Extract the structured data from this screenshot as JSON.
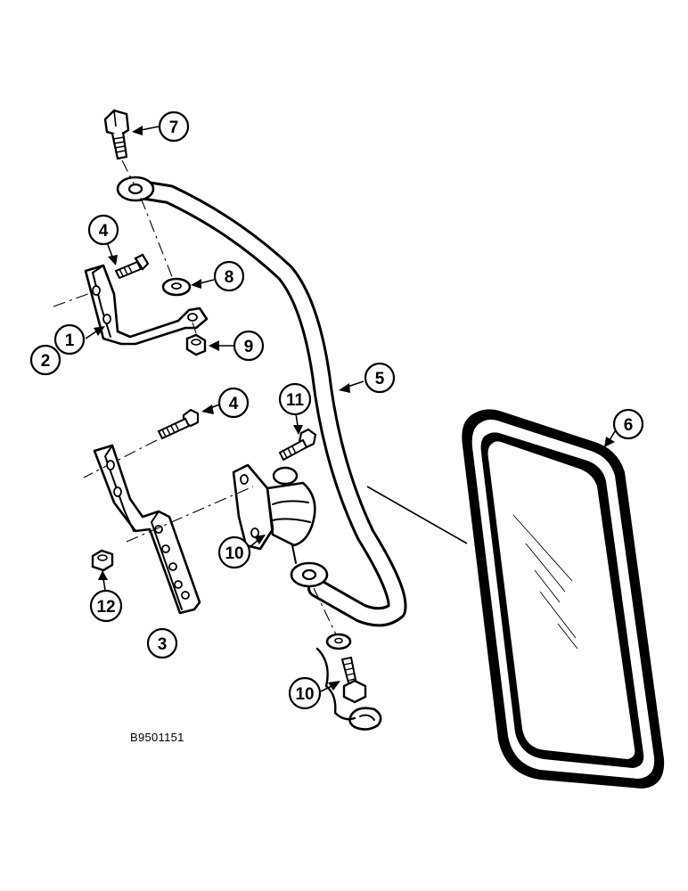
{
  "callouts": [
    {
      "id": "c7a",
      "label": "7"
    },
    {
      "id": "c4a",
      "label": "4"
    },
    {
      "id": "c8",
      "label": "8"
    },
    {
      "id": "c2",
      "label": "2"
    },
    {
      "id": "c1",
      "label": "1"
    },
    {
      "id": "c9",
      "label": "9"
    },
    {
      "id": "c5",
      "label": "5"
    },
    {
      "id": "c4b",
      "label": "4"
    },
    {
      "id": "c11",
      "label": "11"
    },
    {
      "id": "c6",
      "label": "6"
    },
    {
      "id": "c12",
      "label": "12"
    },
    {
      "id": "c10a",
      "label": "10"
    },
    {
      "id": "c3",
      "label": "3"
    },
    {
      "id": "c10b",
      "label": "10"
    }
  ],
  "reference_code": "B9501151"
}
